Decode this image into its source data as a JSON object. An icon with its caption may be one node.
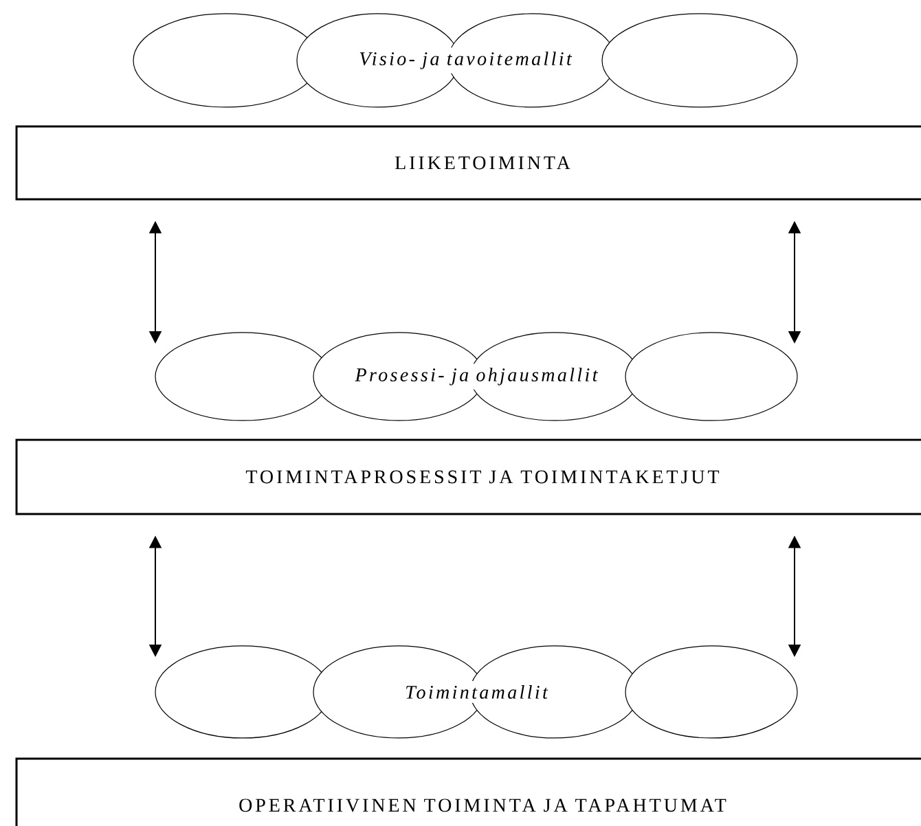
{
  "diagram": {
    "nodes": [
      {
        "text": [
          "Visio- ja tavoitemallit"
        ]
      },
      {
        "text": [
          "LIIKETOIMINTA"
        ]
      },
      {
        "text": [
          "Prosessi- ja ohjausmallit"
        ]
      },
      {
        "text": [
          "TOIMINTAPROSESSIT JA TOIMINTAKETJUT"
        ]
      },
      {
        "text": [
          "Toimintamallit"
        ]
      },
      {
        "text": [
          "OPERATIIVINEN TOIMINTA JA TAPAHTUMAT"
        ]
      }
    ],
    "edges": [
      {
        "from": 1,
        "to": 2,
        "arrow": "both"
      },
      {
        "from": 1,
        "to": 2,
        "arrow": "both"
      },
      {
        "from": 3,
        "to": 4,
        "arrow": "both"
      },
      {
        "from": 3,
        "to": 4,
        "arrow": "both"
      }
    ]
  }
}
